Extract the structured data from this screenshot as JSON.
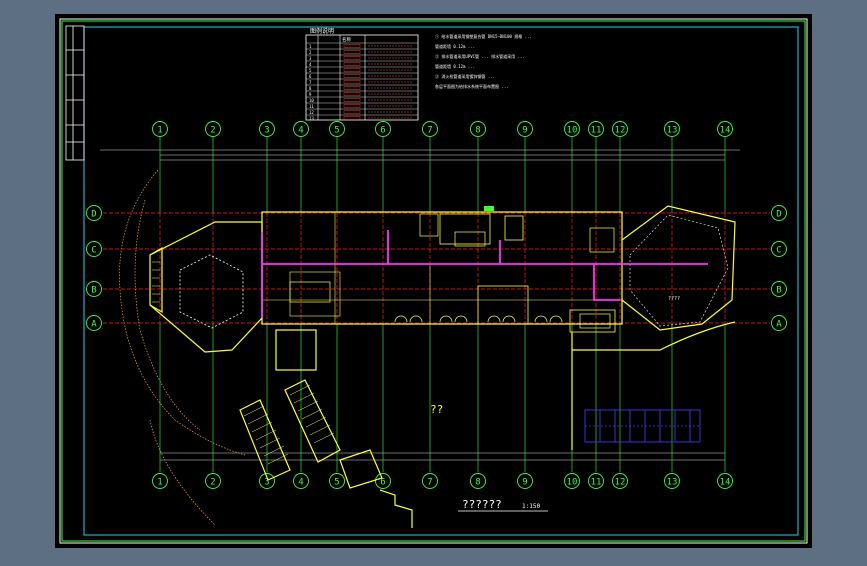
{
  "colors": {
    "background": "#5d6f82",
    "canvas": "#000000",
    "frame_outer": "#ffffff",
    "frame_inner": "#39ff39",
    "sheet_border": "#22d3ee",
    "axis_green": "#39ff39",
    "axis_red": "#ff2020",
    "wall_yellow": "#ffff30",
    "pipe_magenta": "#ff30ff",
    "table_white": "#ffffff",
    "dim_white": "#d8d8d8",
    "hatch_blue": "#4040ff",
    "curve_orange": "#ffaa33"
  },
  "grid": {
    "col_labels": [
      "1",
      "2",
      "3",
      "4",
      "5",
      "6",
      "7",
      "8",
      "9",
      "10",
      "11",
      "12",
      "13",
      "14"
    ],
    "row_labels": [
      "D",
      "C",
      "B",
      "A"
    ]
  },
  "legend": {
    "title": "图例说明",
    "header": "名称",
    "rows": [
      "1",
      "2",
      "3",
      "4",
      "5",
      "6",
      "7",
      "8",
      "9",
      "10",
      "11",
      "12",
      "13"
    ]
  },
  "notes": [
    "①  给水管道采用钢塑复合管 DN15~DN100 规格 ...",
    "    管道距墙 0.12m ...",
    "②  排水管道采用UPVC管 ... 排水管道采用 ...",
    "    管道距墙 0.12m ...",
    "③  消火栓管道采用镀锌钢管 ...",
    "    各层平面图为给排水系统平面布置图 ..."
  ],
  "plan": {
    "center_label": "??",
    "room_label": "????",
    "title": "??????",
    "scale": "1:150"
  }
}
